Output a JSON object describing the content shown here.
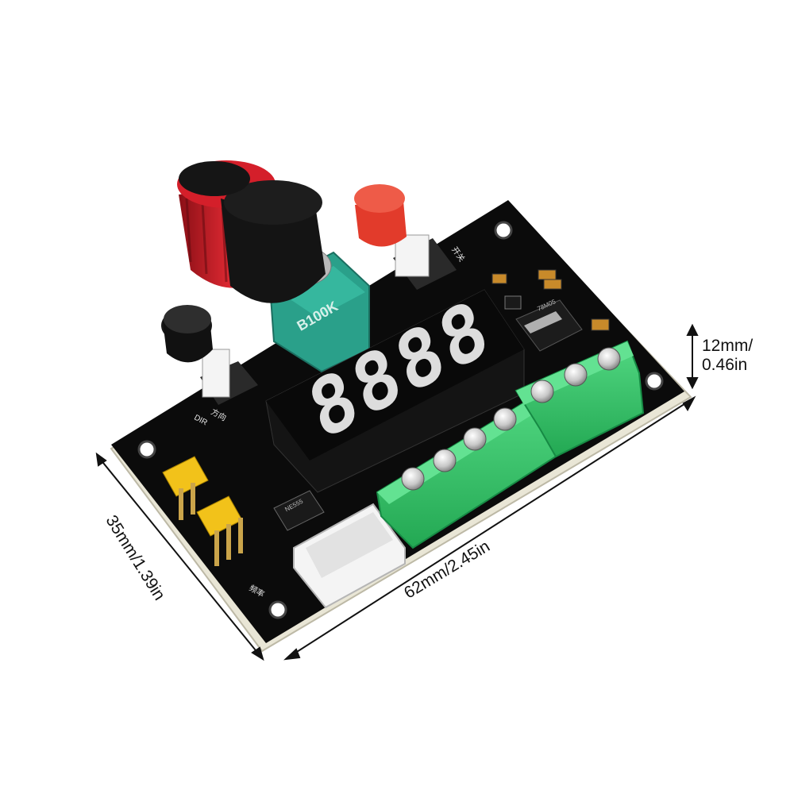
{
  "dimensions": {
    "width_label": "62mm/2.45in",
    "depth_label": "35mm/1.39in",
    "height_label_line1": "12mm/",
    "height_label_line2": "0.46in"
  },
  "board_markings": {
    "potentiometer": "B100K",
    "dir_label": "DIR",
    "dir_cn": "方向",
    "switch_cn": "开关",
    "freq_cn": "频率",
    "chip": "NE555",
    "regulator": "78M05"
  },
  "display": {
    "digits": "8888"
  },
  "colors": {
    "pcb": "#0b0b0b",
    "pcb_edge": "#e9e6d6",
    "terminal_green": "#3cc56d",
    "display_segment": "#f0f0f0",
    "knob_red": "#d41f2a",
    "button_red": "#e23b2b",
    "pot_body": "#2aa08a",
    "jumper_yellow": "#f2c21a",
    "connector_white": "#f4f4f4"
  }
}
